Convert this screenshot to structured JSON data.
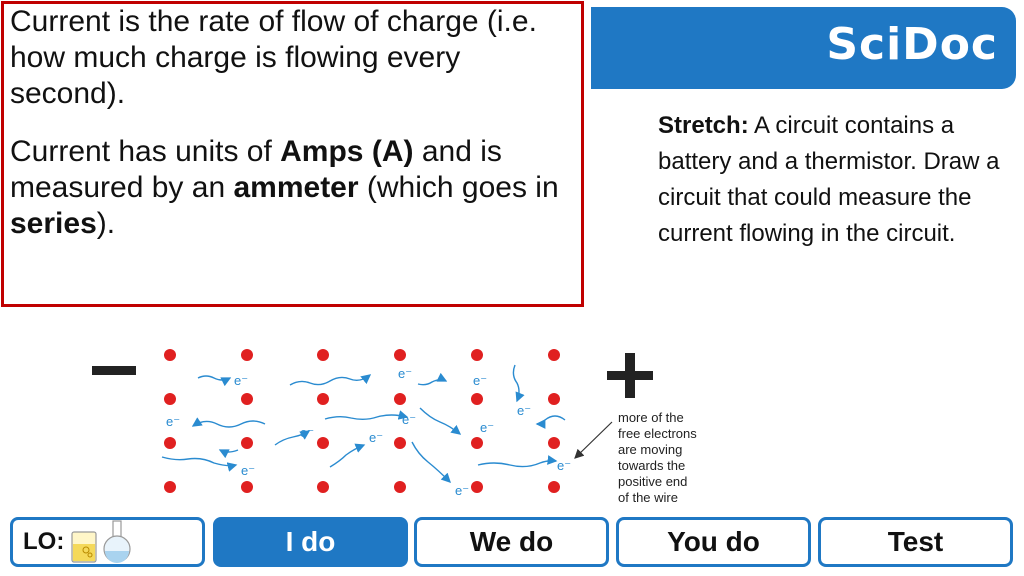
{
  "definition": {
    "line1": "Current is the rate of flow of charge (i.e. how much charge is flowing every second).",
    "p2_part1": "Current has units of ",
    "p2_bold1": "Amps (A)",
    "p2_part2": " and is measured by an ",
    "p2_bold2": "ammeter",
    "p2_part3": " (which goes in ",
    "p2_bold3": "series",
    "p2_part4": ")."
  },
  "brand": {
    "name": "SciDoc",
    "color": "#1f78c4"
  },
  "stretch": {
    "label": "Stretch:",
    "text": " A circuit contains a battery and a thermistor. Draw a circuit that could measure the current flowing in the circuit."
  },
  "diagram": {
    "negative_sign": "−",
    "positive_sign": "+",
    "electron_label": "e⁻",
    "ion_color": "#e02020",
    "electron_color": "#2a8bd0",
    "annotation_lines": [
      "more of the",
      "free electrons",
      "are moving",
      "towards the",
      "positive end",
      "of the wire"
    ]
  },
  "nav": {
    "lo_label": "LO:",
    "items": [
      "I do",
      "We do",
      "You do",
      "Test"
    ],
    "active_index": 0,
    "accent": "#1f78c4"
  }
}
